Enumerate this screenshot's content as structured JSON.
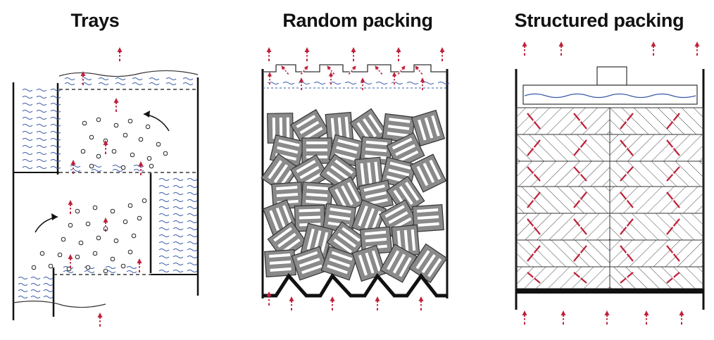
{
  "titles": {
    "trays": "Trays",
    "random": "Random packing",
    "structured": "Structured packing"
  },
  "colors": {
    "outline": "#111111",
    "arrow": "#c0203a",
    "liquid": "#3a5aa8",
    "packing_fill": "#8a8a8a",
    "hatch": "#444444"
  },
  "icons": {
    "vapor_arrow": "vapor-arrow-icon",
    "bubble": "bubble-icon",
    "flow_arrow": "curved-flow-arrow-icon",
    "packing_ring": "random-packing-ring-icon"
  }
}
